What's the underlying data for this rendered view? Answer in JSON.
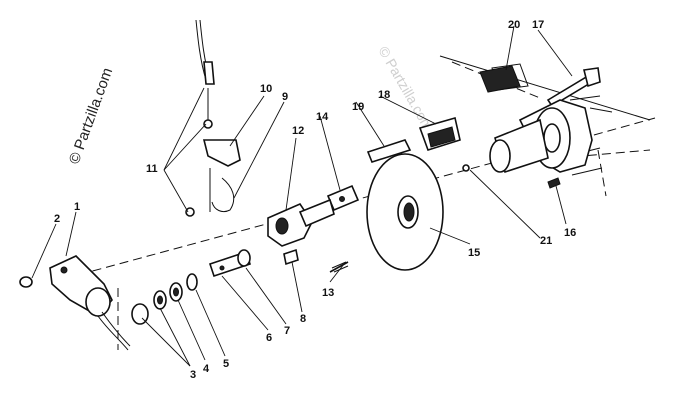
{
  "watermark": {
    "primary": "© Partzilla.com",
    "secondary": "© Partzilla.com"
  },
  "callouts": [
    {
      "id": "1",
      "text": "1"
    },
    {
      "id": "2",
      "text": "2"
    },
    {
      "id": "3",
      "text": "3"
    },
    {
      "id": "4",
      "text": "4"
    },
    {
      "id": "5",
      "text": "5"
    },
    {
      "id": "6",
      "text": "6"
    },
    {
      "id": "7",
      "text": "7"
    },
    {
      "id": "8",
      "text": "8"
    },
    {
      "id": "9",
      "text": "9"
    },
    {
      "id": "10",
      "text": "10"
    },
    {
      "id": "11",
      "text": "11"
    },
    {
      "id": "12",
      "text": "12"
    },
    {
      "id": "13",
      "text": "13"
    },
    {
      "id": "14",
      "text": "14"
    },
    {
      "id": "15",
      "text": "15"
    },
    {
      "id": "16",
      "text": "16"
    },
    {
      "id": "17",
      "text": "17"
    },
    {
      "id": "18",
      "text": "18"
    },
    {
      "id": "19",
      "text": "19"
    },
    {
      "id": "20",
      "text": "20"
    },
    {
      "id": "21",
      "text": "21"
    }
  ]
}
